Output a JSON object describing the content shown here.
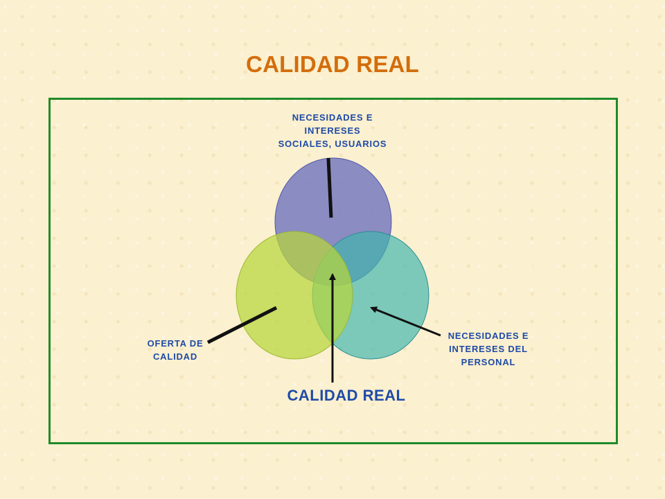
{
  "title": "CALIDAD REAL",
  "diagram": {
    "top_label": [
      "NECESIDADES E",
      "INTERESES",
      "SOCIALES, USUARIOS"
    ],
    "right_label": [
      "NECESIDADES E",
      "INTERESES DEL",
      "PERSONAL"
    ],
    "left_label": [
      "OFERTA DE",
      "CALIDAD"
    ],
    "center_label": "CALIDAD REAL",
    "colors": {
      "title": "#d36d0c",
      "frame": "#1f8a2a",
      "circle_top": "#7f7fbf",
      "circle_right": "#4fb8b0",
      "circle_left": "#bcd84a",
      "labels": "#1e4aa8"
    }
  }
}
